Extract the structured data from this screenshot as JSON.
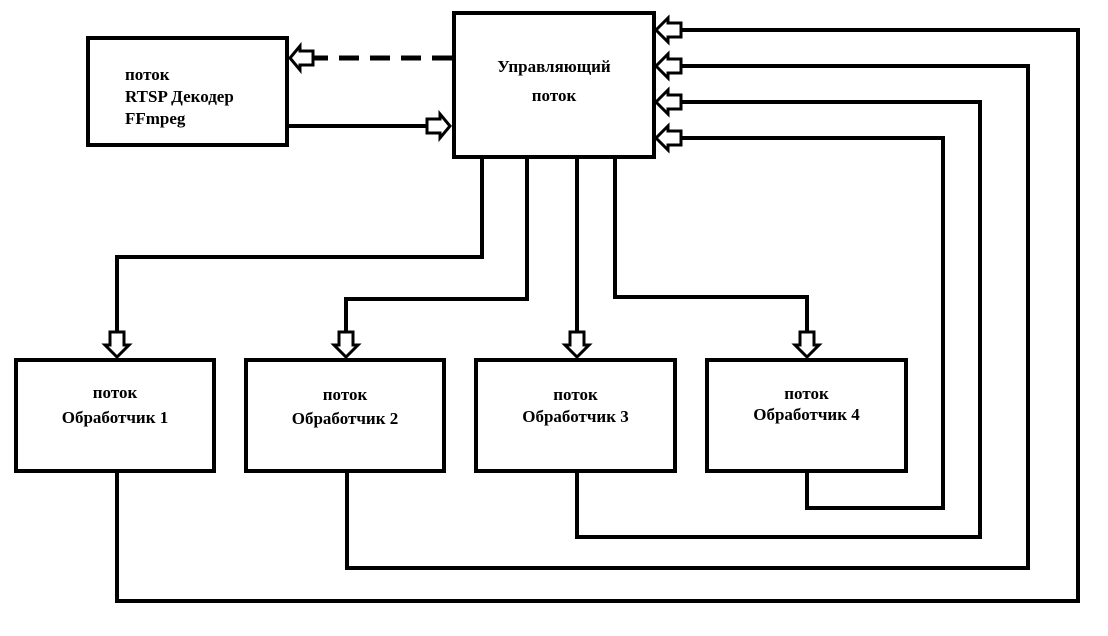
{
  "diagram": {
    "colors": {
      "stroke": "#000000",
      "background": "#ffffff"
    },
    "nodes": {
      "decoder": {
        "lines": [
          "поток",
          "RTSP Декодер",
          "FFmpeg"
        ]
      },
      "controller": {
        "lines": [
          "Управляющий",
          "поток"
        ]
      },
      "handler1": {
        "lines": [
          "поток",
          "Обработчик 1"
        ]
      },
      "handler2": {
        "lines": [
          "поток",
          "Обработчик 2"
        ]
      },
      "handler3": {
        "lines": [
          "поток",
          "Обработчик 3"
        ]
      },
      "handler4": {
        "lines": [
          "поток",
          "Обработчик 4"
        ]
      }
    },
    "edges": [
      {
        "from": "controller",
        "to": "decoder",
        "style": "dashed"
      },
      {
        "from": "decoder",
        "to": "controller",
        "style": "solid"
      },
      {
        "from": "controller",
        "to": "handler1",
        "style": "solid"
      },
      {
        "from": "controller",
        "to": "handler2",
        "style": "solid"
      },
      {
        "from": "controller",
        "to": "handler3",
        "style": "solid"
      },
      {
        "from": "controller",
        "to": "handler4",
        "style": "solid"
      },
      {
        "from": "handler1",
        "to": "controller",
        "style": "solid"
      },
      {
        "from": "handler2",
        "to": "controller",
        "style": "solid"
      },
      {
        "from": "handler3",
        "to": "controller",
        "style": "solid"
      },
      {
        "from": "handler4",
        "to": "controller",
        "style": "solid"
      }
    ]
  }
}
